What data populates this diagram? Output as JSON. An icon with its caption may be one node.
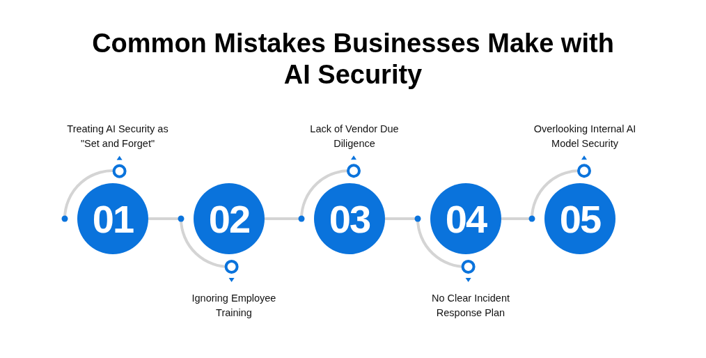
{
  "diagram": {
    "title": "Common Mistakes Businesses Make with AI Security",
    "nodes": [
      {
        "text": [
          "01"
        ],
        "beside": [
          "Treating AI Security as \"Set and Forget\""
        ]
      },
      {
        "text": [
          "02"
        ],
        "beside": [
          "Ignoring Employee Training"
        ]
      },
      {
        "text": [
          "03"
        ],
        "beside": [
          "Lack of Vendor Due Diligence"
        ]
      },
      {
        "text": [
          "04"
        ],
        "beside": [
          "No Clear Incident Response Plan"
        ]
      },
      {
        "text": [
          "05"
        ],
        "beside": [
          "Overlooking Internal AI Model Security"
        ]
      }
    ],
    "edges": [
      {
        "from": 0,
        "to": 1,
        "arrow": "none"
      },
      {
        "from": 1,
        "to": 2,
        "arrow": "none"
      },
      {
        "from": 2,
        "to": 3,
        "arrow": "none"
      },
      {
        "from": 3,
        "to": 4,
        "arrow": "none"
      }
    ]
  }
}
